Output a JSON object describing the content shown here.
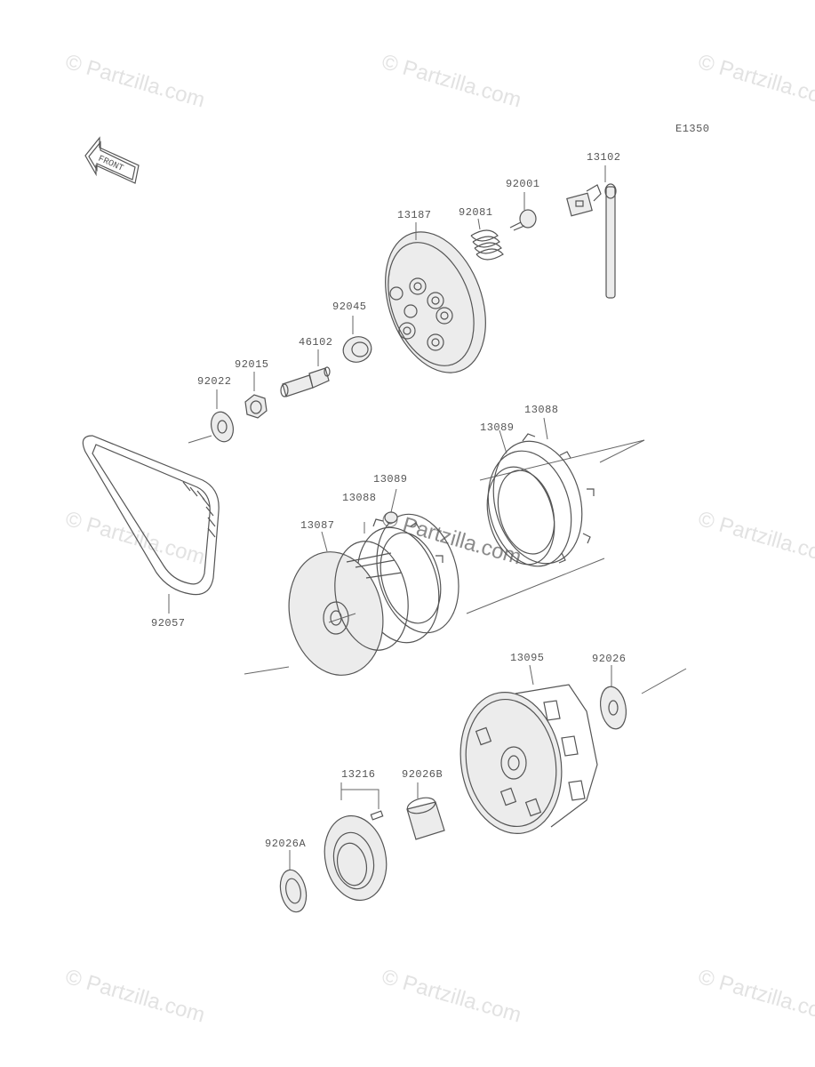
{
  "diagram_code": "E1350",
  "watermark": "© Partzilla.com",
  "front_arrow_label": "FRONT",
  "callouts": {
    "p13102": "13102",
    "p92001": "92001",
    "p92081": "92081",
    "p13187": "13187",
    "p92045": "92045",
    "p46102": "46102",
    "p92015": "92015",
    "p92022": "92022",
    "p13088a": "13088",
    "p13089a": "13089",
    "p13089b": "13089",
    "p13088b": "13088",
    "p13087": "13087",
    "p92057": "92057",
    "p13095": "13095",
    "p92026": "92026",
    "p13216": "13216",
    "p92026B": "92026B",
    "p92026A": "92026A"
  }
}
